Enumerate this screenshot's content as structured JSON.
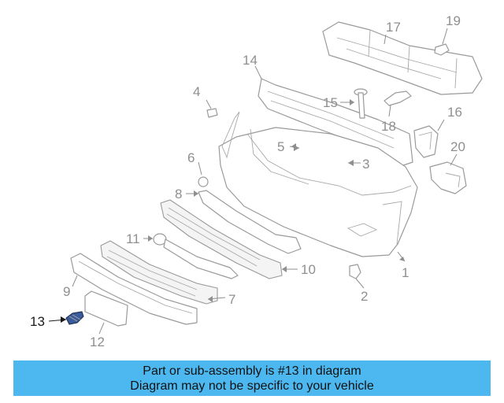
{
  "diagram": {
    "highlighted_part": "13",
    "callouts": [
      "1",
      "2",
      "3",
      "4",
      "5",
      "6",
      "7",
      "8",
      "9",
      "10",
      "11",
      "12",
      "13",
      "14",
      "15",
      "16",
      "17",
      "18",
      "19",
      "20"
    ]
  },
  "banner": {
    "line1": "Part or sub-assembly is #13 in diagram",
    "line2": "Diagram may not be specific to your vehicle",
    "background_color": "#4cb8ef"
  },
  "colors": {
    "line_art": "#9a9a9a",
    "label_gray": "#8f8f8f",
    "highlight": "#3a5a9a"
  }
}
